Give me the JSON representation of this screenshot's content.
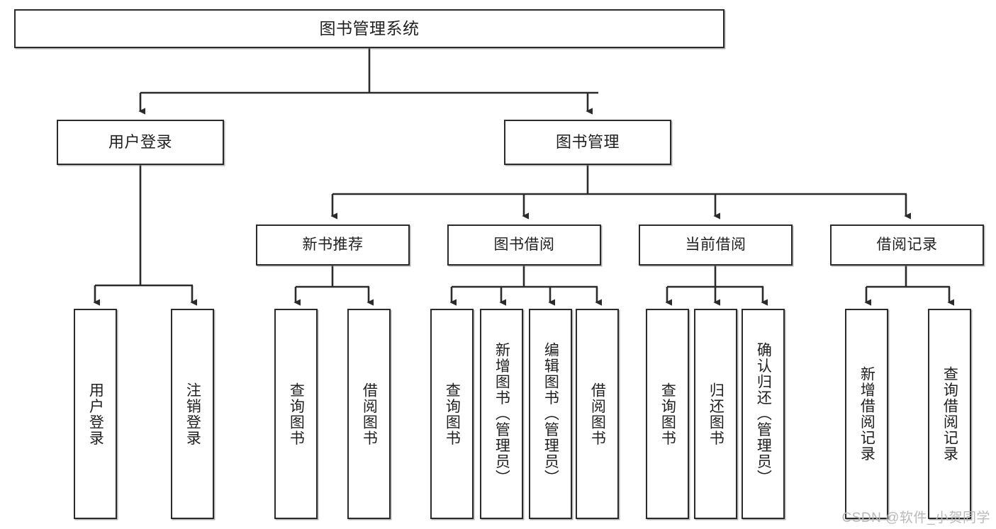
{
  "diagram": {
    "title": "图书管理系统",
    "watermark": "CSDN @软件_小贺同学",
    "stroke_color": "#2b2b2b",
    "background_color": "#ffffff",
    "root": {
      "label": "图书管理系统"
    },
    "level1": [
      {
        "label": "用户登录"
      },
      {
        "label": "图书管理"
      }
    ],
    "level2": [
      {
        "label": "新书推荐"
      },
      {
        "label": "图书借阅"
      },
      {
        "label": "当前借阅"
      },
      {
        "label": "借阅记录"
      }
    ],
    "leaves": {
      "user_login": [
        {
          "label": "用户登录"
        },
        {
          "label": "注销登录"
        }
      ],
      "new_book_recommend": [
        {
          "label": "查询图书"
        },
        {
          "label": "借阅图书"
        }
      ],
      "book_borrow": [
        {
          "label": "查询图书"
        },
        {
          "label": "新增图书（管理员）"
        },
        {
          "label": "编辑图书（管理员）"
        },
        {
          "label": "借阅图书"
        }
      ],
      "current_borrow": [
        {
          "label": "查询图书"
        },
        {
          "label": "归还图书"
        },
        {
          "label": "确认归还（管理员）"
        }
      ],
      "borrow_record": [
        {
          "label": "新增借阅记录"
        },
        {
          "label": "查询借阅记录"
        }
      ]
    }
  }
}
